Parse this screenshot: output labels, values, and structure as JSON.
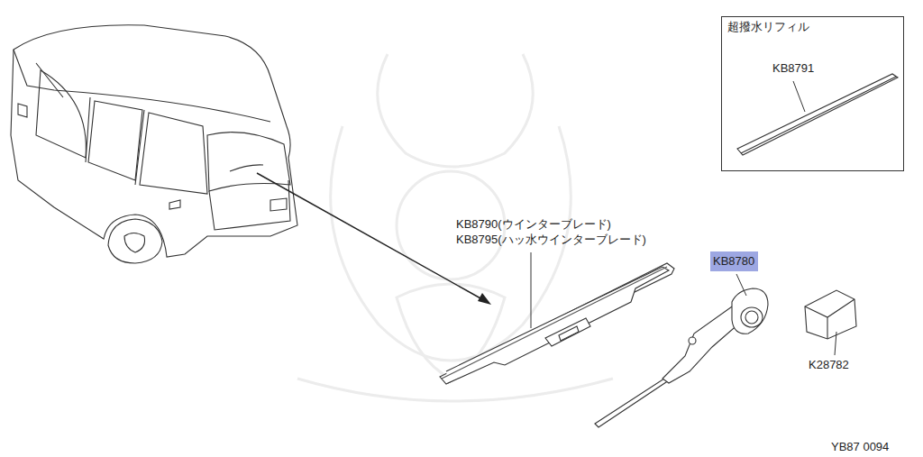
{
  "diagram": {
    "nodes": [
      {
        "text": [
          "超撥水リフィル",
          "KB8791"
        ]
      },
      {
        "text": [
          "KB8780"
        ]
      }
    ],
    "labels": [
      "KB8790(ウインターブレード)",
      "KB8795(ハッ水ウインターブレード)",
      "K28782",
      "YB87 0094"
    ]
  }
}
